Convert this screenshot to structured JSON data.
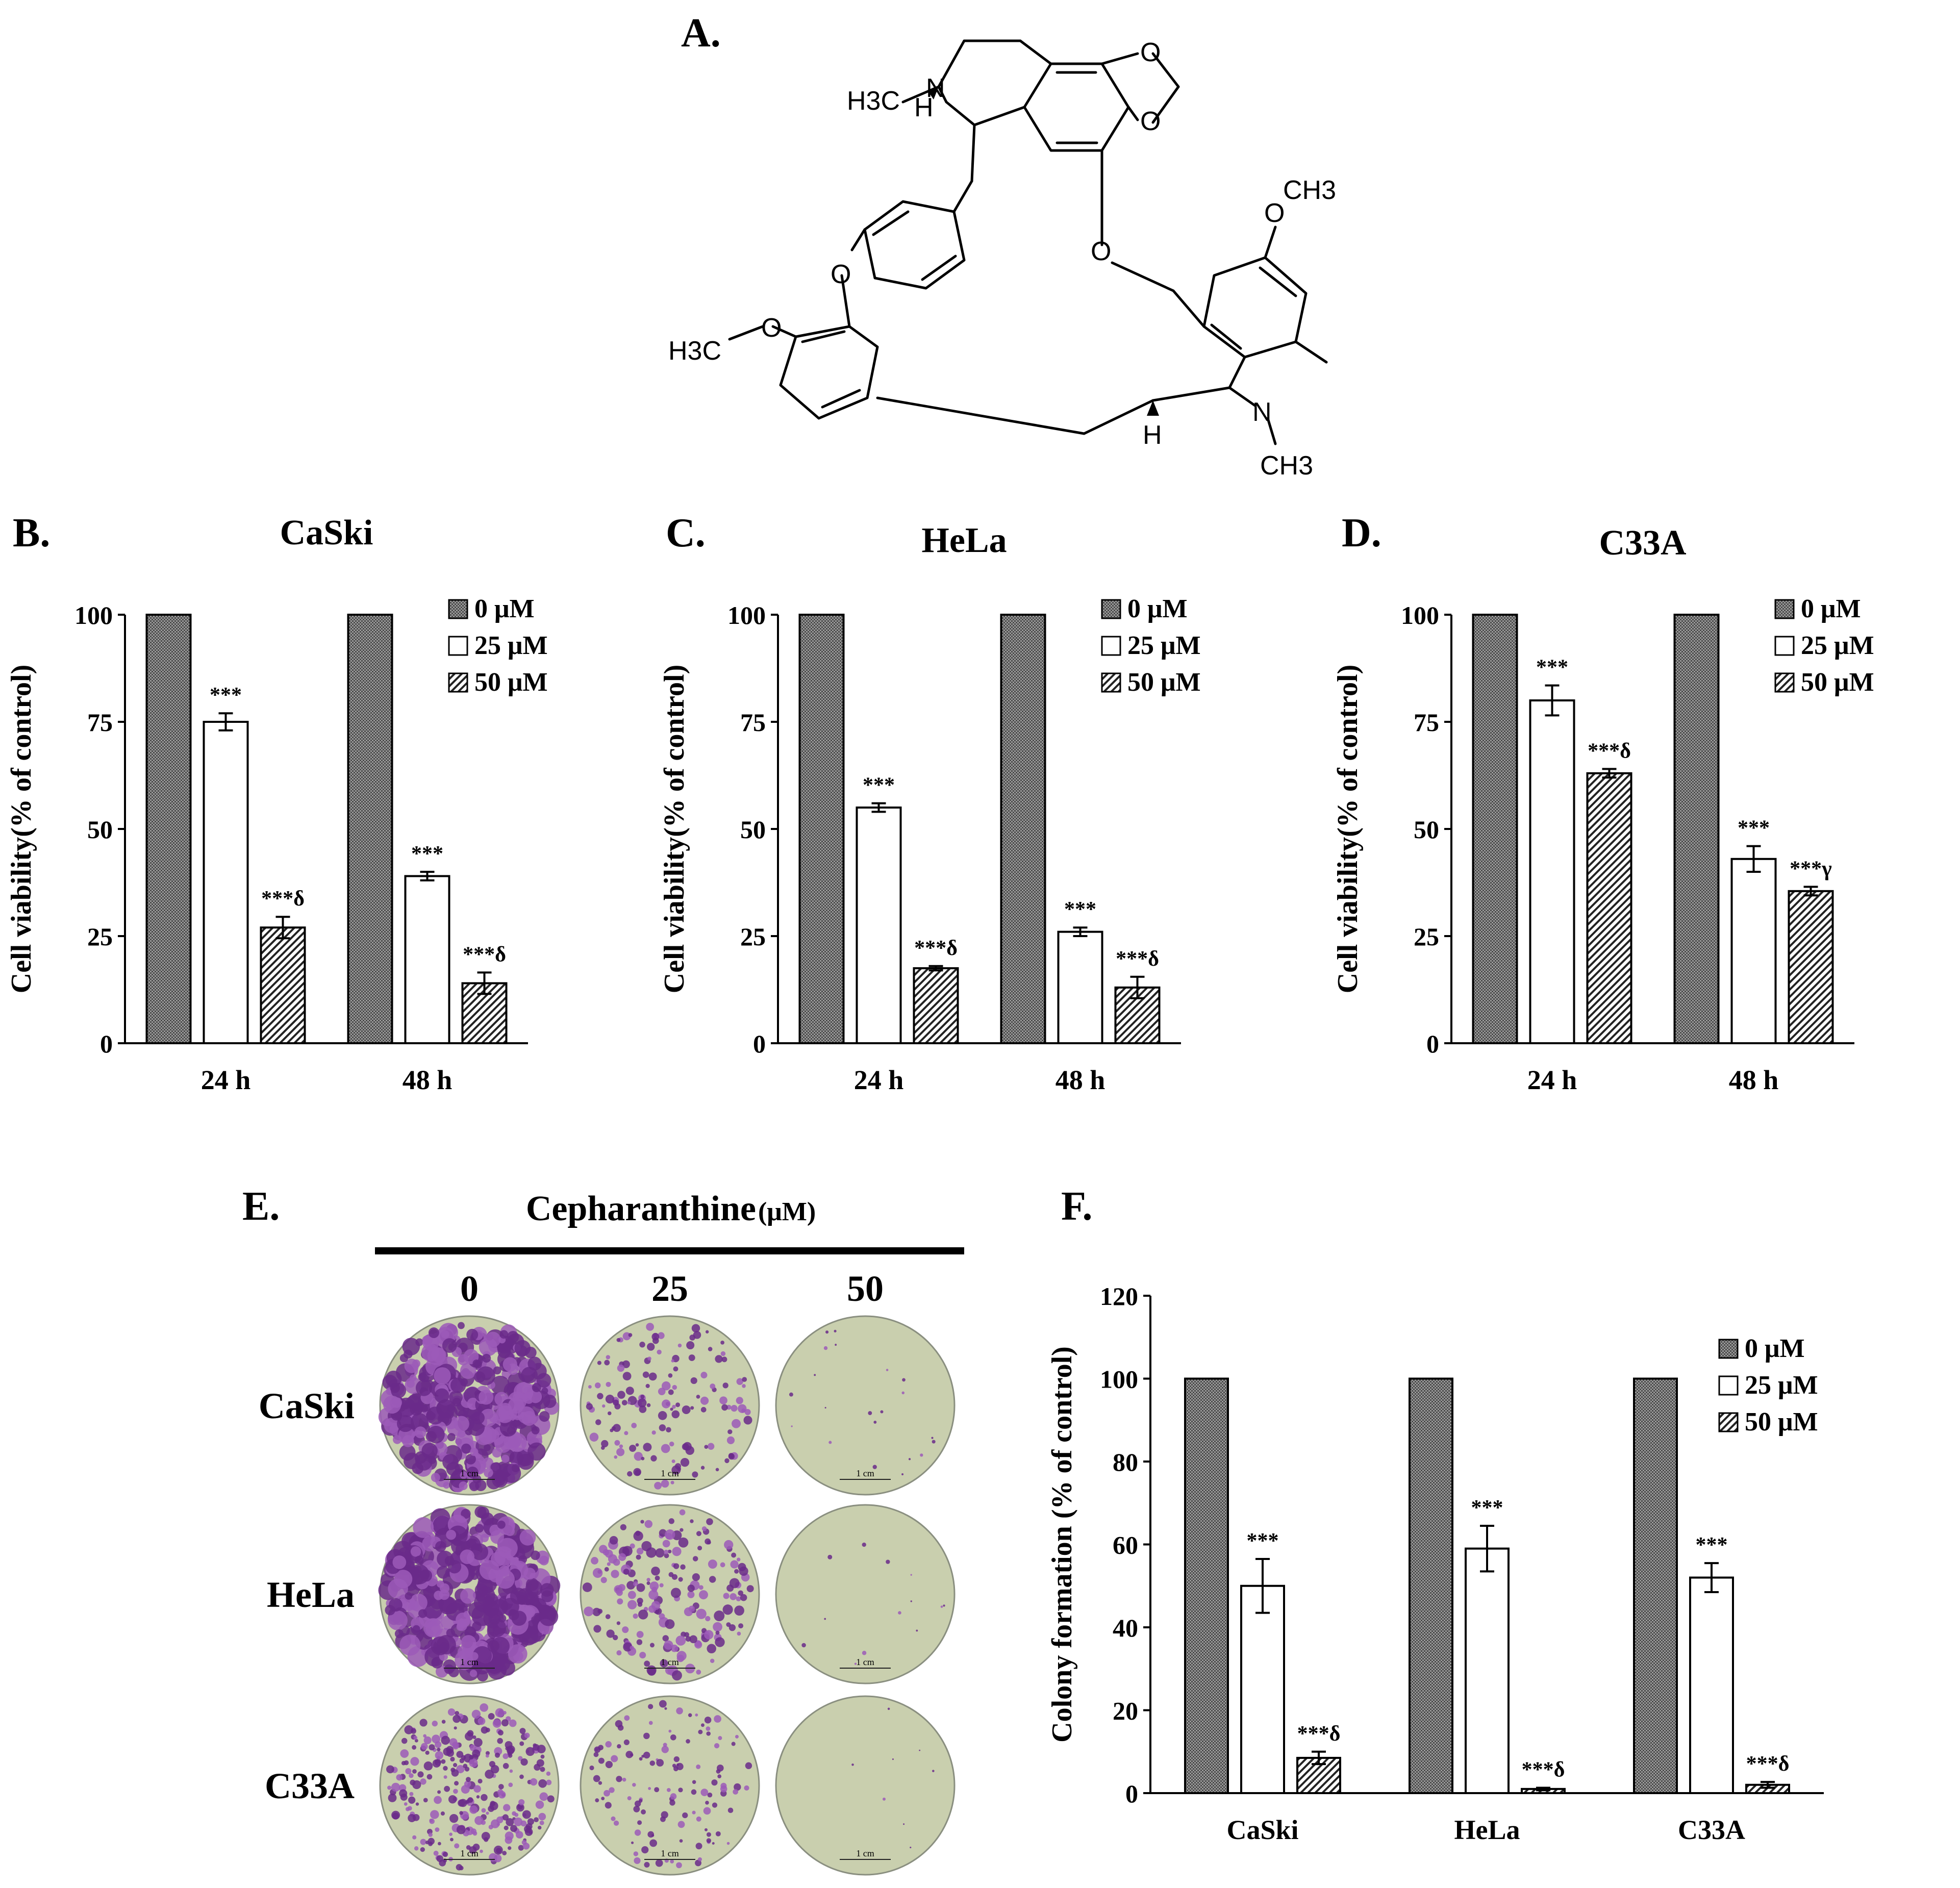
{
  "panels": {
    "a": "A.",
    "b": "B.",
    "c": "C.",
    "d": "D.",
    "e": "E.",
    "f": "F."
  },
  "molecule": {
    "atom_labels": [
      "O",
      "O",
      "O",
      "O",
      "O",
      "N",
      "N",
      "H",
      "H",
      "CH3",
      "CH3",
      "H3C",
      "H3C"
    ]
  },
  "panel_e": {
    "treatment_label": "Cepharanthine",
    "unit_label": "(μM)",
    "concentrations": [
      "0",
      "25",
      "50"
    ],
    "cell_lines": [
      "CaSki",
      "HeLa",
      "C33A"
    ],
    "scale_bar_label": "1 cm"
  },
  "chart_data": [
    {
      "type": "bar",
      "panel": "B.",
      "title": "CaSki",
      "ylabel": "Cell viability(% of control)",
      "xlabel": "",
      "categories": [
        "24 h",
        "48 h"
      ],
      "ylim": [
        0,
        100
      ],
      "yticks": [
        "0",
        "25",
        "50",
        "75",
        "100"
      ],
      "series": [
        {
          "name": "0 μM",
          "pattern": "dots",
          "values": [
            100,
            100
          ],
          "errors": [
            0,
            0
          ],
          "annotations": [
            "",
            ""
          ]
        },
        {
          "name": "25 μM",
          "pattern": "white",
          "values": [
            75,
            39
          ],
          "errors": [
            2,
            1
          ],
          "annotations": [
            "***",
            "***"
          ]
        },
        {
          "name": "50 μM",
          "pattern": "hatch",
          "values": [
            27,
            14
          ],
          "errors": [
            2.5,
            2.5
          ],
          "annotations": [
            "***δ",
            "***δ"
          ]
        }
      ],
      "legend": "top-right"
    },
    {
      "type": "bar",
      "panel": "C.",
      "title": "HeLa",
      "ylabel": "Cell viability(% of control)",
      "xlabel": "",
      "categories": [
        "24 h",
        "48 h"
      ],
      "ylim": [
        0,
        100
      ],
      "yticks": [
        "0",
        "25",
        "50",
        "75",
        "100"
      ],
      "series": [
        {
          "name": "0 μM",
          "pattern": "dots",
          "values": [
            100,
            100
          ],
          "errors": [
            0,
            0
          ],
          "annotations": [
            "",
            ""
          ]
        },
        {
          "name": "25 μM",
          "pattern": "white",
          "values": [
            55,
            26
          ],
          "errors": [
            1,
            1
          ],
          "annotations": [
            "***",
            "***"
          ]
        },
        {
          "name": "50 μM",
          "pattern": "hatch",
          "values": [
            17.5,
            13
          ],
          "errors": [
            0.5,
            2.5
          ],
          "annotations": [
            "***δ",
            "***δ"
          ]
        }
      ],
      "legend": "top-right"
    },
    {
      "type": "bar",
      "panel": "D.",
      "title": "C33A",
      "ylabel": "Cell viability(% of control)",
      "xlabel": "",
      "categories": [
        "24 h",
        "48 h"
      ],
      "ylim": [
        0,
        100
      ],
      "yticks": [
        "0",
        "25",
        "50",
        "75",
        "100"
      ],
      "series": [
        {
          "name": "0 μM",
          "pattern": "dots",
          "values": [
            100,
            100
          ],
          "errors": [
            0,
            0
          ],
          "annotations": [
            "",
            ""
          ]
        },
        {
          "name": "25 μM",
          "pattern": "white",
          "values": [
            80,
            43
          ],
          "errors": [
            3.5,
            3
          ],
          "annotations": [
            "***",
            "***"
          ]
        },
        {
          "name": "50 μM",
          "pattern": "hatch",
          "values": [
            63,
            35.5
          ],
          "errors": [
            1,
            1
          ],
          "annotations": [
            "***δ",
            "***γ"
          ]
        }
      ],
      "legend": "top-right"
    },
    {
      "type": "bar",
      "panel": "F.",
      "title": "",
      "ylabel": "Colony formation (% of control)",
      "xlabel": "",
      "categories": [
        "CaSki",
        "HeLa",
        "C33A"
      ],
      "ylim": [
        0,
        120
      ],
      "yticks": [
        "0",
        "20",
        "40",
        "60",
        "80",
        "100",
        "120"
      ],
      "series": [
        {
          "name": "0 μM",
          "pattern": "dots",
          "values": [
            100,
            100,
            100
          ],
          "errors": [
            0,
            0,
            0
          ],
          "annotations": [
            "",
            "",
            ""
          ]
        },
        {
          "name": "25 μM",
          "pattern": "white",
          "values": [
            50,
            59,
            52
          ],
          "errors": [
            6.5,
            5.5,
            3.5
          ],
          "annotations": [
            "***",
            "***",
            "***"
          ]
        },
        {
          "name": "50 μM",
          "pattern": "hatch",
          "values": [
            8.5,
            1,
            2
          ],
          "errors": [
            1.5,
            0.3,
            0.7
          ],
          "annotations": [
            "***δ",
            "***δ",
            "***δ"
          ]
        }
      ],
      "legend": "top-right"
    }
  ]
}
